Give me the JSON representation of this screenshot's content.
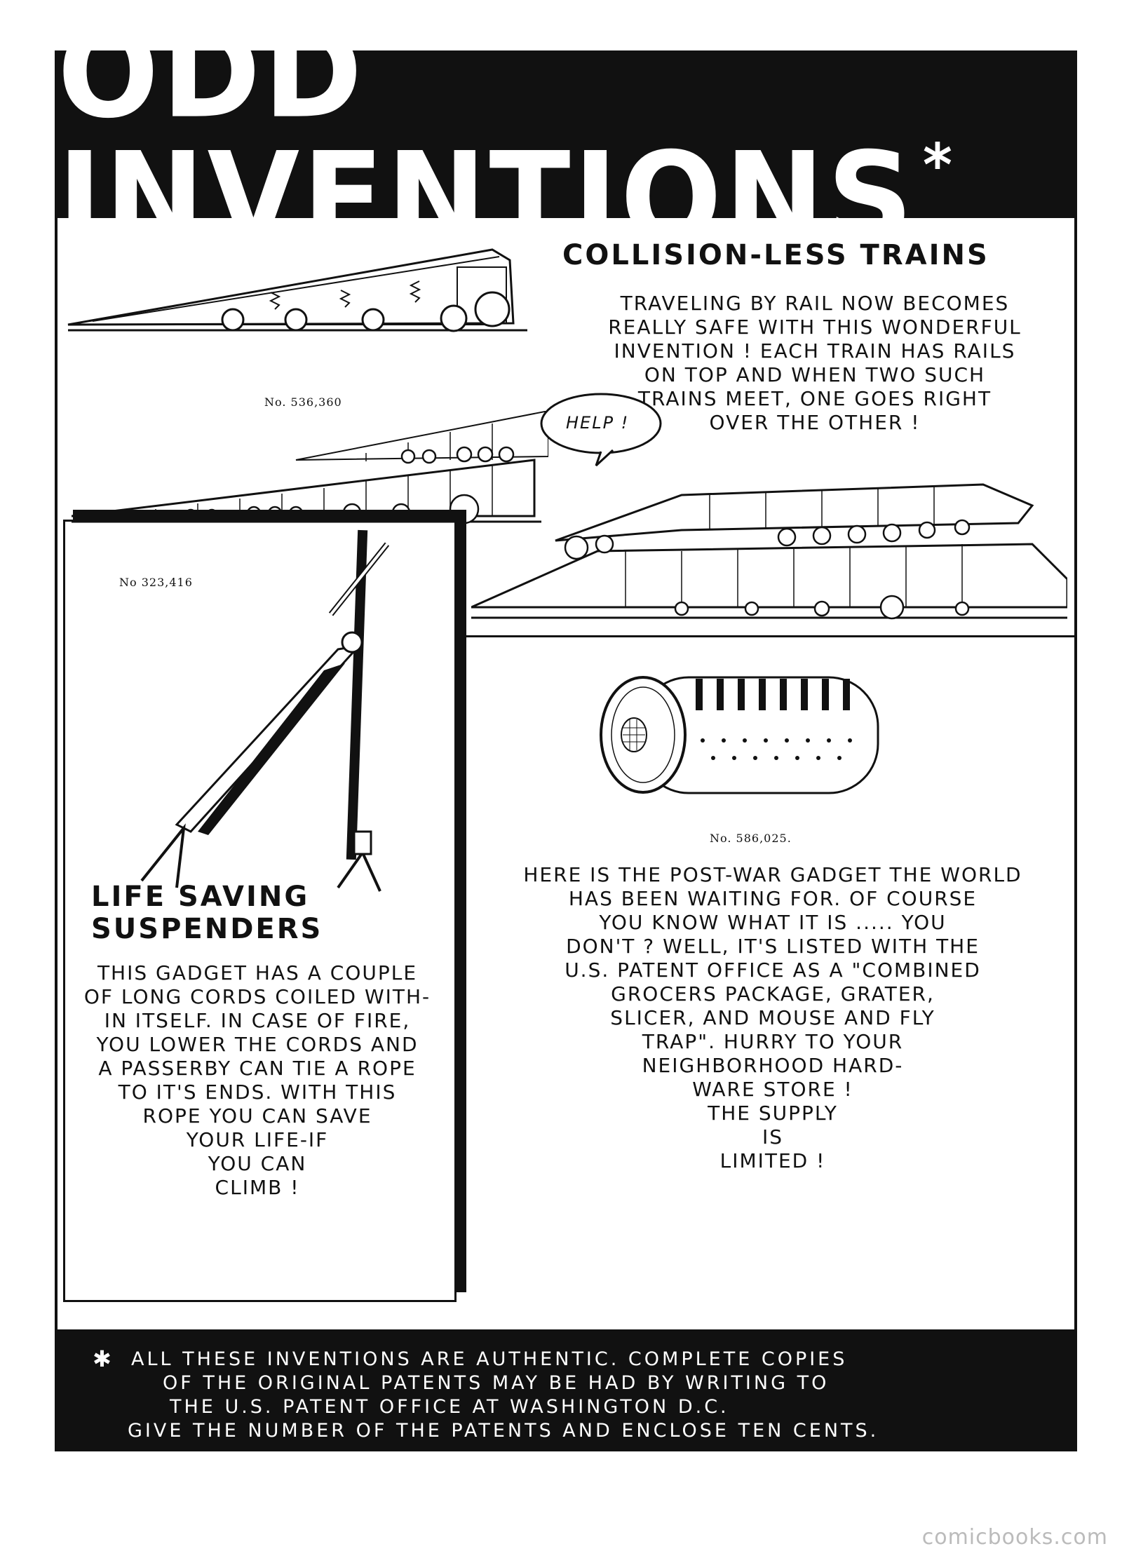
{
  "header": {
    "title": "ODD INVENTIONS",
    "asterisk": "*"
  },
  "trains": {
    "heading": "COLLISION-LESS TRAINS",
    "lines": [
      "TRAVELING BY RAIL NOW BECOMES",
      "REALLY SAFE WITH THIS WONDERFUL",
      "INVENTION ! EACH TRAIN HAS RAILS",
      "ON TOP AND WHEN TWO SUCH",
      "TRAINS MEET, ONE GOES RIGHT",
      "OVER THE OTHER !"
    ],
    "patent": "No. 536,360",
    "speech": "HELP !"
  },
  "suspenders": {
    "patent": "No 323,416",
    "heading_line1": "LIFE SAVING",
    "heading_line2": "SUSPENDERS",
    "lines": [
      "THIS GADGET HAS A COUPLE",
      "OF LONG CORDS COILED WITH-",
      "IN ITSELF. IN CASE OF FIRE,",
      "YOU LOWER THE CORDS AND",
      "A PASSERBY CAN TIE A ROPE",
      "TO IT'S ENDS. WITH THIS",
      "ROPE YOU CAN SAVE",
      "YOUR LIFE-IF",
      "YOU CAN",
      "CLIMB !"
    ]
  },
  "gadget": {
    "patent": "No. 586,025.",
    "lines": [
      "HERE IS THE POST-WAR GADGET THE WORLD",
      "HAS BEEN WAITING FOR. OF COURSE",
      "YOU KNOW WHAT IT IS ..... YOU",
      "DON'T ? WELL, IT'S LISTED WITH THE",
      "U.S. PATENT OFFICE AS A \"COMBINED",
      "GROCERS PACKAGE, GRATER,",
      "SLICER, AND MOUSE AND FLY",
      "TRAP\". HURRY TO YOUR",
      "NEIGHBORHOOD HARD-",
      "WARE STORE !",
      "THE SUPPLY",
      "IS",
      "LIMITED !"
    ]
  },
  "footer": {
    "asterisk": "✱",
    "lines": [
      "ALL THESE INVENTIONS ARE AUTHENTIC. COMPLETE COPIES",
      "OF THE ORIGINAL PATENTS MAY BE HAD BY WRITING TO",
      "THE U.S. PATENT OFFICE AT WASHINGTON D.C.",
      "GIVE THE NUMBER OF THE PATENTS AND ENCLOSE TEN CENTS."
    ]
  },
  "watermark": "comicbooks.com"
}
